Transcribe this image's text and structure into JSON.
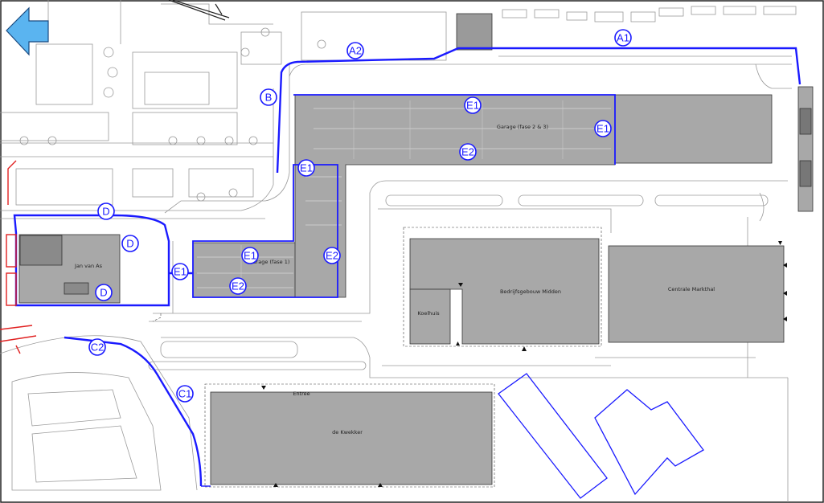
{
  "map": {
    "route_labels": {
      "A1": "A1",
      "A2": "A2",
      "B": "B",
      "C1": "C1",
      "C2": "C2",
      "D_top": "D",
      "D_right": "D",
      "D_bottom": "D",
      "E1_top": "E1",
      "E1_right": "E1",
      "E1_left": "E1",
      "E1_lower": "E1",
      "E1_west": "E1",
      "E2_top": "E2",
      "E2_right": "E2",
      "E2_lower": "E2"
    },
    "buildings": {
      "jan_van_as": "Jan van As",
      "bedrijfsgebouw": "Bedrijfsgebouw Midden",
      "koelhuis": "Koelhuis",
      "centrale_markthal": "Centrale Markthal",
      "de_kwekker": "de Kwekker",
      "garage_phase1": "Garage (fase 1)",
      "garage_phase2": "Garage (fase 2 & 3)",
      "entree": "Entree"
    },
    "colors": {
      "route": "#1a1aff",
      "building": "#a8a8a8",
      "arrow": "#5ab4f0",
      "linework": "#9a9a9a",
      "accent_red": "#e02020"
    },
    "icons": {
      "back_arrow": "arrow-left-icon"
    }
  }
}
